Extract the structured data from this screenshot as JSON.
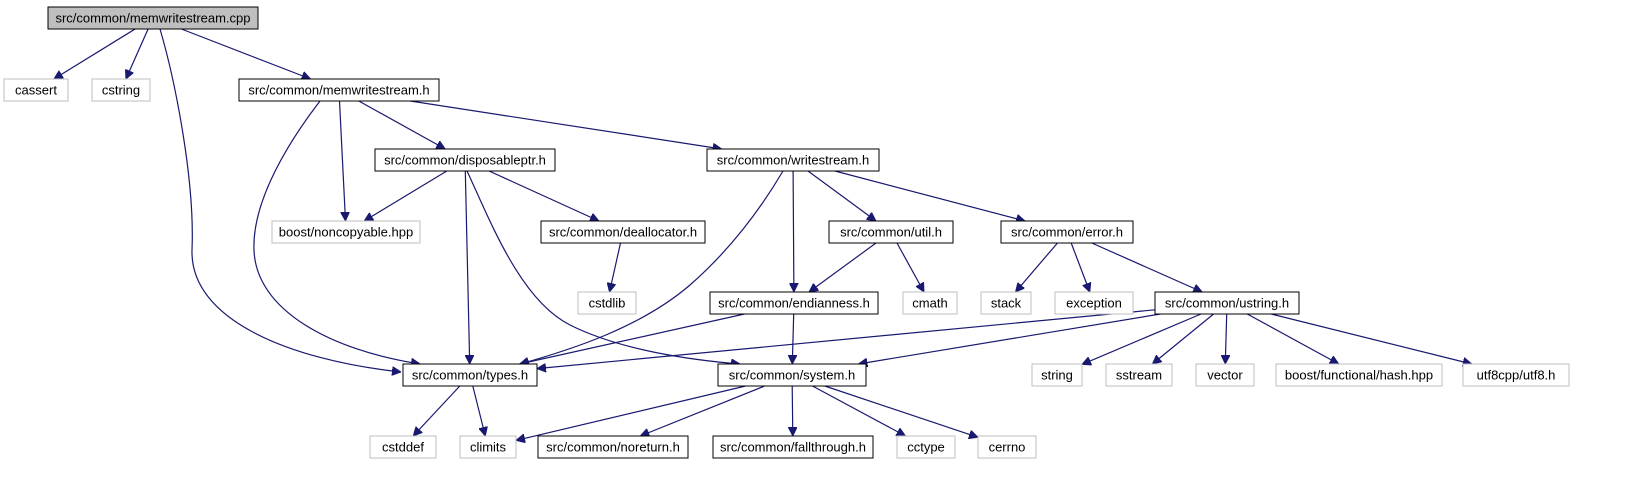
{
  "diagram": {
    "colors": {
      "edge": "#191970",
      "main_fill": "#bfbfbf",
      "local_border": "#000000",
      "external_border": "#bfbfbf"
    },
    "nodes": [
      {
        "id": "memwritestream_cpp",
        "label": "src/common/memwritestream.cpp",
        "kind": "main"
      },
      {
        "id": "cassert",
        "label": "cassert",
        "kind": "external"
      },
      {
        "id": "cstring",
        "label": "cstring",
        "kind": "external"
      },
      {
        "id": "memwritestream_h",
        "label": "src/common/memwritestream.h",
        "kind": "local"
      },
      {
        "id": "disposableptr_h",
        "label": "src/common/disposableptr.h",
        "kind": "local"
      },
      {
        "id": "writestream_h",
        "label": "src/common/writestream.h",
        "kind": "local"
      },
      {
        "id": "noncopyable",
        "label": "boost/noncopyable.hpp",
        "kind": "external"
      },
      {
        "id": "deallocator_h",
        "label": "src/common/deallocator.h",
        "kind": "local"
      },
      {
        "id": "util_h",
        "label": "src/common/util.h",
        "kind": "local"
      },
      {
        "id": "error_h",
        "label": "src/common/error.h",
        "kind": "local"
      },
      {
        "id": "cstdlib",
        "label": "cstdlib",
        "kind": "external"
      },
      {
        "id": "endianness_h",
        "label": "src/common/endianness.h",
        "kind": "local"
      },
      {
        "id": "cmath",
        "label": "cmath",
        "kind": "external"
      },
      {
        "id": "stack",
        "label": "stack",
        "kind": "external"
      },
      {
        "id": "exception",
        "label": "exception",
        "kind": "external"
      },
      {
        "id": "ustring_h",
        "label": "src/common/ustring.h",
        "kind": "local"
      },
      {
        "id": "types_h",
        "label": "src/common/types.h",
        "kind": "local"
      },
      {
        "id": "system_h",
        "label": "src/common/system.h",
        "kind": "local"
      },
      {
        "id": "string",
        "label": "string",
        "kind": "external"
      },
      {
        "id": "sstream",
        "label": "sstream",
        "kind": "external"
      },
      {
        "id": "vector",
        "label": "vector",
        "kind": "external"
      },
      {
        "id": "hash_hpp",
        "label": "boost/functional/hash.hpp",
        "kind": "external"
      },
      {
        "id": "utf8_h",
        "label": "utf8cpp/utf8.h",
        "kind": "external"
      },
      {
        "id": "cstddef",
        "label": "cstddef",
        "kind": "external"
      },
      {
        "id": "climits",
        "label": "climits",
        "kind": "external"
      },
      {
        "id": "noreturn_h",
        "label": "src/common/noreturn.h",
        "kind": "local"
      },
      {
        "id": "fallthrough_h",
        "label": "src/common/fallthrough.h",
        "kind": "local"
      },
      {
        "id": "cctype",
        "label": "cctype",
        "kind": "external"
      },
      {
        "id": "cerrno",
        "label": "cerrno",
        "kind": "external"
      }
    ],
    "edges": [
      {
        "from": "memwritestream_cpp",
        "to": "cassert"
      },
      {
        "from": "memwritestream_cpp",
        "to": "cstring"
      },
      {
        "from": "memwritestream_cpp",
        "to": "memwritestream_h"
      },
      {
        "from": "memwritestream_cpp",
        "to": "types_h"
      },
      {
        "from": "memwritestream_h",
        "to": "noncopyable"
      },
      {
        "from": "memwritestream_h",
        "to": "disposableptr_h"
      },
      {
        "from": "memwritestream_h",
        "to": "writestream_h"
      },
      {
        "from": "memwritestream_h",
        "to": "types_h"
      },
      {
        "from": "disposableptr_h",
        "to": "noncopyable"
      },
      {
        "from": "disposableptr_h",
        "to": "deallocator_h"
      },
      {
        "from": "disposableptr_h",
        "to": "types_h"
      },
      {
        "from": "disposableptr_h",
        "to": "system_h"
      },
      {
        "from": "deallocator_h",
        "to": "cstdlib"
      },
      {
        "from": "writestream_h",
        "to": "types_h"
      },
      {
        "from": "writestream_h",
        "to": "endianness_h"
      },
      {
        "from": "writestream_h",
        "to": "util_h"
      },
      {
        "from": "writestream_h",
        "to": "error_h"
      },
      {
        "from": "util_h",
        "to": "endianness_h"
      },
      {
        "from": "util_h",
        "to": "cmath"
      },
      {
        "from": "error_h",
        "to": "stack"
      },
      {
        "from": "error_h",
        "to": "exception"
      },
      {
        "from": "error_h",
        "to": "ustring_h"
      },
      {
        "from": "endianness_h",
        "to": "types_h"
      },
      {
        "from": "endianness_h",
        "to": "system_h"
      },
      {
        "from": "ustring_h",
        "to": "types_h"
      },
      {
        "from": "ustring_h",
        "to": "system_h"
      },
      {
        "from": "ustring_h",
        "to": "string"
      },
      {
        "from": "ustring_h",
        "to": "sstream"
      },
      {
        "from": "ustring_h",
        "to": "vector"
      },
      {
        "from": "ustring_h",
        "to": "hash_hpp"
      },
      {
        "from": "ustring_h",
        "to": "utf8_h"
      },
      {
        "from": "types_h",
        "to": "cstddef"
      },
      {
        "from": "types_h",
        "to": "climits"
      },
      {
        "from": "system_h",
        "to": "climits"
      },
      {
        "from": "system_h",
        "to": "noreturn_h"
      },
      {
        "from": "system_h",
        "to": "fallthrough_h"
      },
      {
        "from": "system_h",
        "to": "cctype"
      },
      {
        "from": "system_h",
        "to": "cerrno"
      }
    ]
  }
}
